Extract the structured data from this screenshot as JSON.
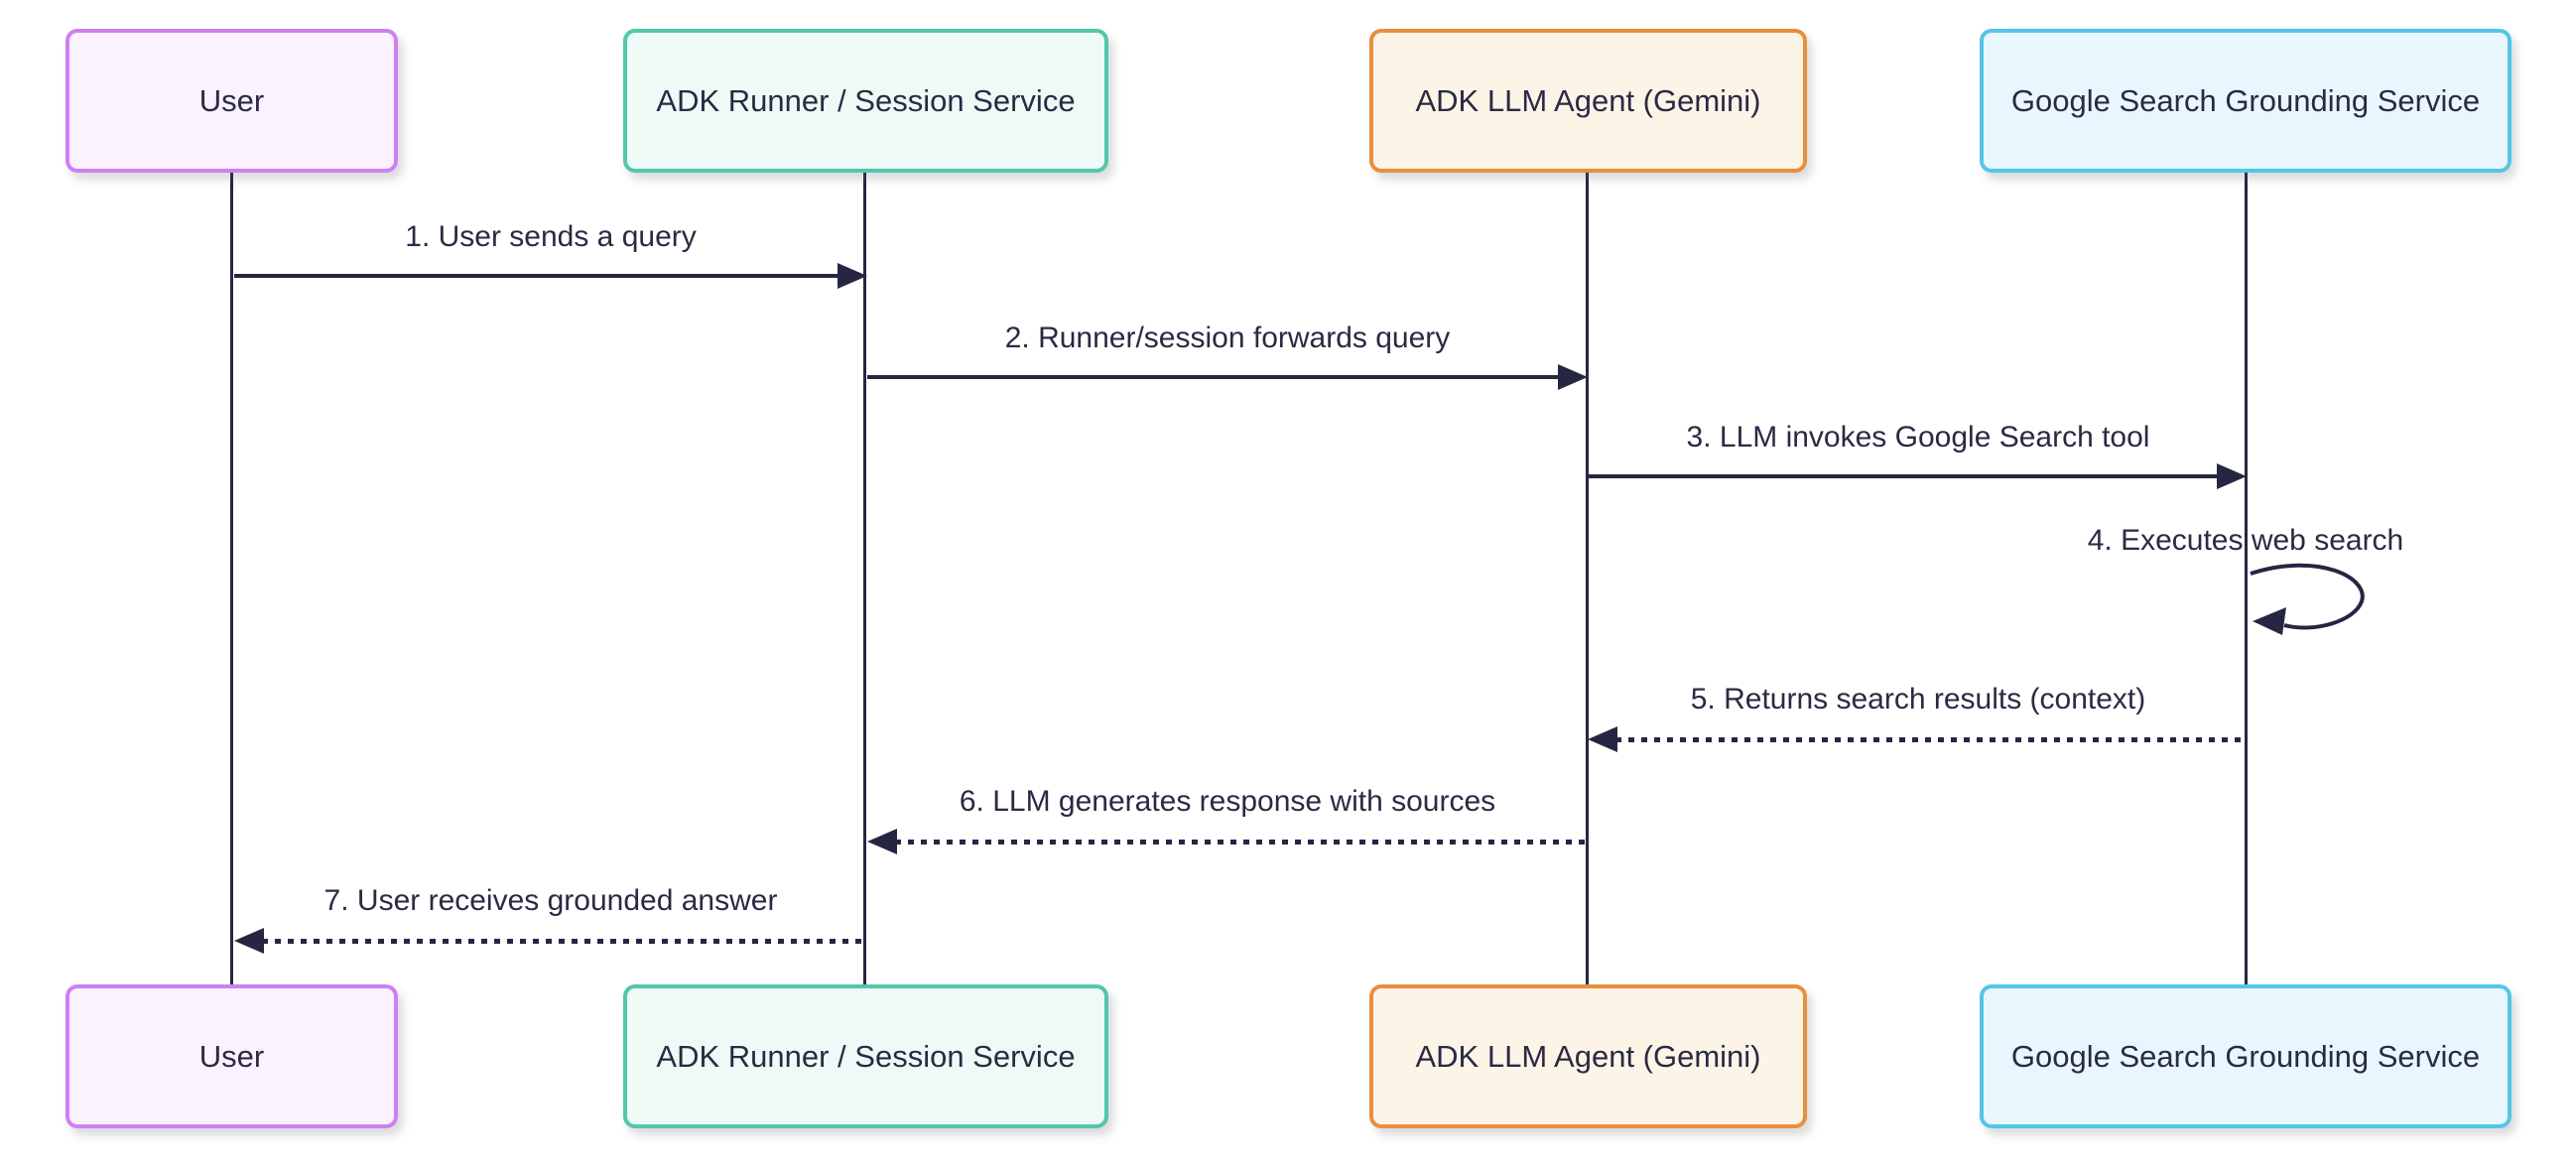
{
  "diagram": {
    "type": "sequence",
    "background_color": "#ffffff",
    "text_color": "#2a2a43",
    "line_color": "#262643",
    "actors": [
      {
        "id": "user",
        "label": "User",
        "fill": "#faf2fe",
        "border": "#ce80f0"
      },
      {
        "id": "runner",
        "label": "ADK Runner / Session Service",
        "fill": "#eefaf6",
        "border": "#54c6a9"
      },
      {
        "id": "llm",
        "label": "ADK LLM Agent (Gemini)",
        "fill": "#fdf4e8",
        "border": "#e78f3c"
      },
      {
        "id": "google",
        "label": "Google Search Grounding Service",
        "fill": "#e8f7fd",
        "border": "#54c6e8"
      }
    ],
    "messages": [
      {
        "num": 1,
        "label": "1. User sends a query",
        "from": "user",
        "to": "runner",
        "line_style": "solid",
        "direction": "right"
      },
      {
        "num": 2,
        "label": "2. Runner/session forwards query",
        "from": "runner",
        "to": "llm",
        "line_style": "solid",
        "direction": "right"
      },
      {
        "num": 3,
        "label": "3. LLM invokes Google Search tool",
        "from": "llm",
        "to": "google",
        "line_style": "solid",
        "direction": "right"
      },
      {
        "num": 4,
        "label": "4. Executes web search",
        "from": "google",
        "to": "google",
        "line_style": "solid",
        "direction": "self-loop"
      },
      {
        "num": 5,
        "label": "5. Returns search results (context)",
        "from": "google",
        "to": "llm",
        "line_style": "dotted",
        "direction": "left"
      },
      {
        "num": 6,
        "label": "6. LLM generates response with sources",
        "from": "llm",
        "to": "runner",
        "line_style": "dotted",
        "direction": "left"
      },
      {
        "num": 7,
        "label": "7. User receives grounded answer",
        "from": "runner",
        "to": "user",
        "line_style": "dotted",
        "direction": "left"
      }
    ]
  }
}
